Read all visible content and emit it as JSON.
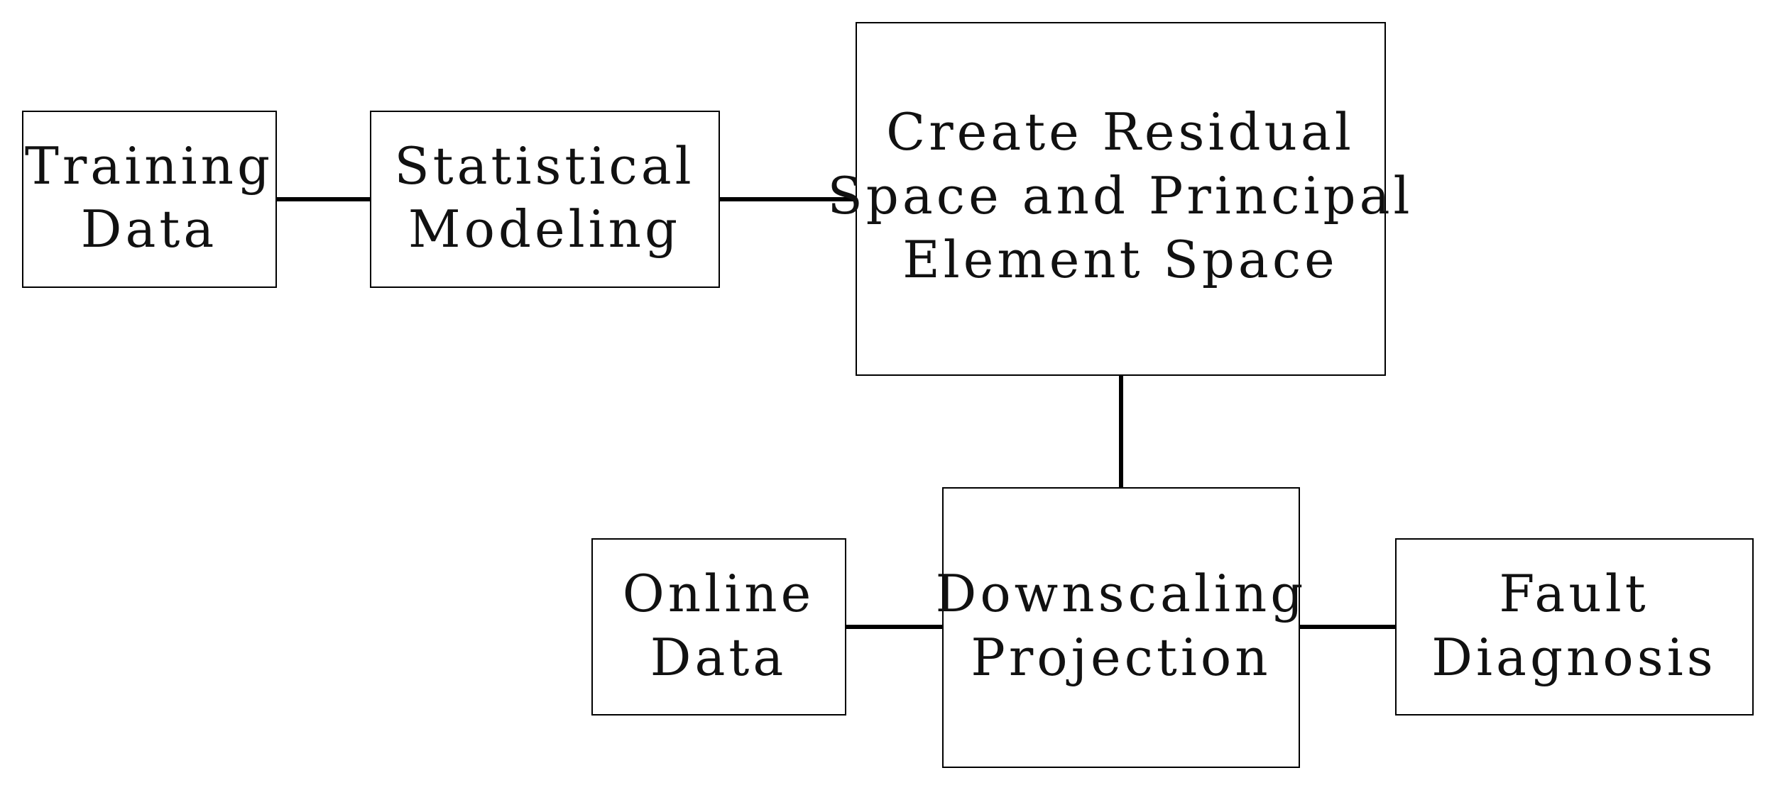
{
  "nodes": {
    "training_data": [
      "Training",
      "Data"
    ],
    "statistical_modeling": [
      "Statistical",
      "Modeling"
    ],
    "create_space": [
      "Create Residual",
      "Space and Principal",
      "Element Space"
    ],
    "downscaling_projection": [
      "Downscaling",
      "Projection"
    ],
    "online_data": [
      "Online",
      "Data"
    ],
    "fault_diagnosis": [
      "Fault",
      "Diagnosis"
    ]
  },
  "edges": [
    [
      "training_data",
      "statistical_modeling"
    ],
    [
      "statistical_modeling",
      "create_space"
    ],
    [
      "create_space",
      "downscaling_projection"
    ],
    [
      "online_data",
      "downscaling_projection"
    ],
    [
      "downscaling_projection",
      "fault_diagnosis"
    ]
  ]
}
